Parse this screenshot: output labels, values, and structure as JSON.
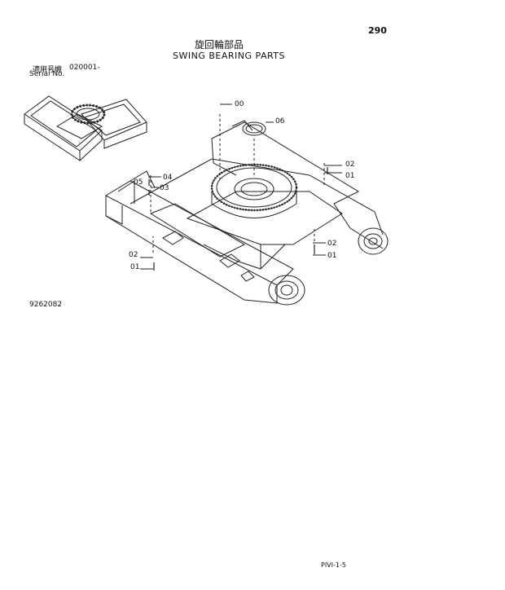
{
  "page_number": "290",
  "title_jp": "旋回輪部品",
  "title_en": "SWING BEARING PARTS",
  "serial": {
    "label_jp": "適用号機",
    "code": "020001-",
    "label_en": "Serial No."
  },
  "drawing_number": "9262082",
  "footer_code": "PIVI-1-5",
  "callouts": [
    "00",
    "06",
    "02",
    "01",
    "04",
    "05",
    "03",
    "02",
    "01",
    "02",
    "01"
  ]
}
